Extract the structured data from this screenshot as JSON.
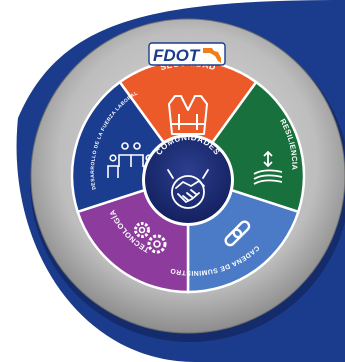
{
  "logo": {
    "text": "FDOT"
  },
  "hub": {
    "label": "COMUNIDADES",
    "icon": "handshake-icon",
    "color": "#1b2a6b"
  },
  "segments": [
    {
      "label": "SEGURIDAD",
      "icon": "safety-vest-icon",
      "color": "#ec5a2a"
    },
    {
      "label": "RESILIENCIA",
      "icon": "resilience-icon",
      "color": "#18713c"
    },
    {
      "label": "CADENA DE SUMINISTRO",
      "icon": "chain-link-icon",
      "color": "#4b7bc6"
    },
    {
      "label": "TECNOLOGÍA",
      "icon": "gears-icon",
      "color": "#8d3b9c"
    },
    {
      "label": "DESARROLLO DE LA FUERZA LABORAL",
      "icon": "workforce-icon",
      "color": "#1b3d8f"
    }
  ],
  "colors": {
    "backdrop": "#1b3c8c",
    "ring": "#b5b5b5",
    "logo_blue": "#1b3c8c",
    "logo_orange": "#f07d1a"
  }
}
